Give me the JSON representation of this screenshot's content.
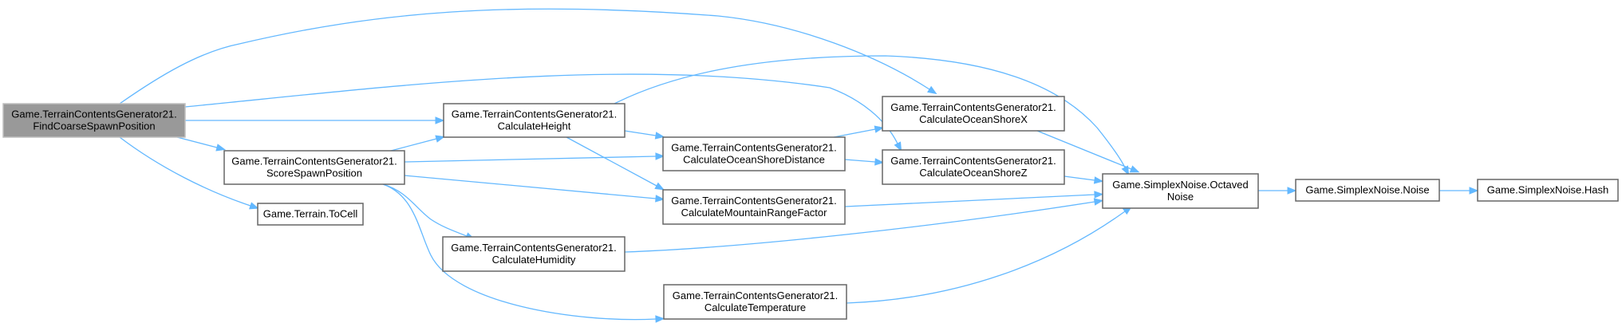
{
  "graph": {
    "edge_color": "#63b8ff",
    "root_fill": "#999999",
    "nodes": [
      {
        "id": "find",
        "lines": [
          "Game.TerrainContentsGenerator21.",
          "FindCoarseSpawnPosition"
        ],
        "root": true
      },
      {
        "id": "height",
        "lines": [
          "Game.TerrainContentsGenerator21.",
          "CalculateHeight"
        ]
      },
      {
        "id": "score",
        "lines": [
          "Game.TerrainContentsGenerator21.",
          "ScoreSpawnPosition"
        ]
      },
      {
        "id": "tocell",
        "lines": [
          "Game.Terrain.ToCell"
        ]
      },
      {
        "id": "humidity",
        "lines": [
          "Game.TerrainContentsGenerator21.",
          "CalculateHumidity"
        ]
      },
      {
        "id": "temperature",
        "lines": [
          "Game.TerrainContentsGenerator21.",
          "CalculateTemperature"
        ]
      },
      {
        "id": "shoredist",
        "lines": [
          "Game.TerrainContentsGenerator21.",
          "CalculateOceanShoreDistance"
        ]
      },
      {
        "id": "mountain",
        "lines": [
          "Game.TerrainContentsGenerator21.",
          "CalculateMountainRangeFactor"
        ]
      },
      {
        "id": "shorex",
        "lines": [
          "Game.TerrainContentsGenerator21.",
          "CalculateOceanShoreX"
        ]
      },
      {
        "id": "shorez",
        "lines": [
          "Game.TerrainContentsGenerator21.",
          "CalculateOceanShoreZ"
        ]
      },
      {
        "id": "octaved",
        "lines": [
          "Game.SimplexNoise.Octaved",
          "Noise"
        ]
      },
      {
        "id": "noise",
        "lines": [
          "Game.SimplexNoise.Noise"
        ]
      },
      {
        "id": "hash",
        "lines": [
          "Game.SimplexNoise.Hash"
        ]
      }
    ],
    "edges": [
      {
        "from": "find",
        "to": "shorex"
      },
      {
        "from": "find",
        "to": "shorez"
      },
      {
        "from": "find",
        "to": "height"
      },
      {
        "from": "find",
        "to": "score"
      },
      {
        "from": "find",
        "to": "tocell"
      },
      {
        "from": "score",
        "to": "height"
      },
      {
        "from": "score",
        "to": "shoredist"
      },
      {
        "from": "score",
        "to": "mountain"
      },
      {
        "from": "score",
        "to": "humidity"
      },
      {
        "from": "score",
        "to": "temperature"
      },
      {
        "from": "height",
        "to": "octaved"
      },
      {
        "from": "height",
        "to": "shoredist"
      },
      {
        "from": "height",
        "to": "mountain"
      },
      {
        "from": "shoredist",
        "to": "shorex"
      },
      {
        "from": "shoredist",
        "to": "shorez"
      },
      {
        "from": "mountain",
        "to": "octaved"
      },
      {
        "from": "humidity",
        "to": "octaved"
      },
      {
        "from": "temperature",
        "to": "octaved"
      },
      {
        "from": "shorex",
        "to": "octaved"
      },
      {
        "from": "shorez",
        "to": "octaved"
      },
      {
        "from": "octaved",
        "to": "noise"
      },
      {
        "from": "noise",
        "to": "hash"
      }
    ]
  }
}
